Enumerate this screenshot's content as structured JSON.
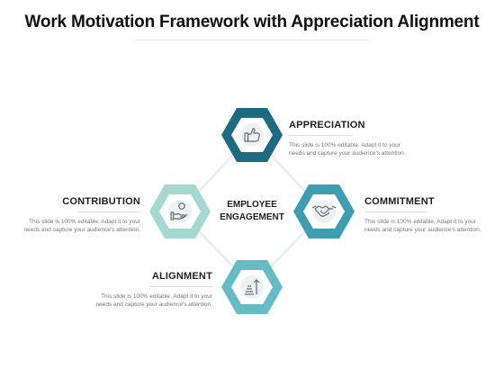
{
  "title": "Work Motivation Framework with Appreciation Alignment",
  "center": {
    "line1": "EMPLOYEE",
    "line2": "ENGAGEMENT"
  },
  "colors": {
    "dark_teal": "#1d6b80",
    "mid_teal": "#3e9db1",
    "light_teal": "#a5d8d3",
    "aqua": "#65bcc4",
    "connector": "#e8eeee",
    "inner_fill": "#eef1f2",
    "icon": "#5f6d74"
  },
  "items": [
    {
      "id": "appreciation",
      "heading": "APPRECIATION",
      "desc_line1": "This slide is 100% editable. Adapt it to your",
      "desc_line2": "needs and capture your audience's attention.",
      "icon": "thumbs-up-icon"
    },
    {
      "id": "contribution",
      "heading": "CONTRIBUTION",
      "desc_line1": "This slide is 100% editable. Adapt it to your",
      "desc_line2": "needs and capture your audience's attention.",
      "icon": "hand-coin-icon"
    },
    {
      "id": "commitment",
      "heading": "COMMITMENT",
      "desc_line1": "This slide is 100% editable. Adapt it to your",
      "desc_line2": "needs and capture your audience's attention.",
      "icon": "handshake-icon"
    },
    {
      "id": "alignment",
      "heading": "ALIGNMENT",
      "desc_line1": "This slide is 100% editable. Adapt it to your",
      "desc_line2": "needs and capture your audience's attention.",
      "icon": "growth-chart-icon"
    }
  ]
}
